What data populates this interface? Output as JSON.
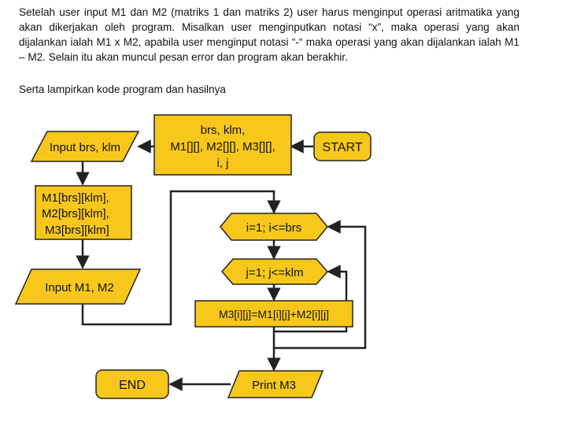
{
  "instructions": {
    "paragraph": "Setelah user input M1 dan M2 (matriks 1 dan matriks 2) user harus menginput operasi aritmatika yang akan dikerjakan oleh program. Misalkan user menginputkan notasi “x”, maka operasi yang akan dijalankan ialah M1 x M2, apabila user menginput notasi “-“ maka operasi yang akan dijalankan ialah M1 – M2. Selain itu akan muncul pesan error dan program akan berakhir.",
    "attachment_note": "Serta lampirkan kode program dan hasilnya"
  },
  "flowchart": {
    "start": "START",
    "declare": {
      "line1": "brs, klm,",
      "line2": "M1[][], M2[][], M3[][],",
      "line3": "i, j"
    },
    "input_size": "Input brs, klm",
    "alloc": {
      "line1": "M1[brs][klm],",
      "line2": "M2[brs][klm],",
      "line3": "M3[brs][klm]"
    },
    "input_matrices": "Input M1, M2",
    "loop_i": "i=1; i<=brs",
    "loop_j": "j=1; j<=klm",
    "compute": "M3[i][j]=M1[i][j]+M2[i][j]",
    "print": "Print M3",
    "end": "END"
  },
  "colors": {
    "fill": "#f7c81b",
    "stroke": "#222222",
    "text": "#111111"
  }
}
